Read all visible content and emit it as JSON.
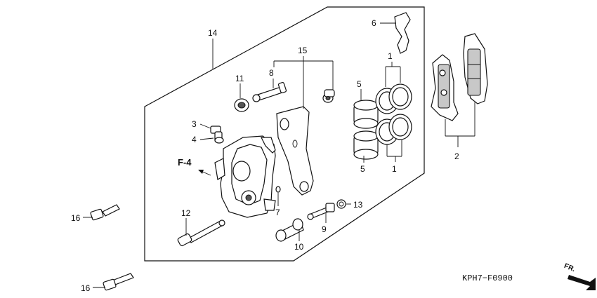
{
  "callouts": {
    "c1a": "1",
    "c1b": "1",
    "c2": "2",
    "c3": "3",
    "c4": "4",
    "c5a": "5",
    "c5b": "5",
    "c6": "6",
    "c7": "7",
    "c8": "8",
    "c9": "9",
    "c10": "10",
    "c11": "11",
    "c12": "12",
    "c13": "13",
    "c14": "14",
    "c15": "15",
    "c16a": "16",
    "c16b": "16"
  },
  "reference": "F-4",
  "diagram_code": "KPH7−F0900",
  "direction_label": "FR."
}
